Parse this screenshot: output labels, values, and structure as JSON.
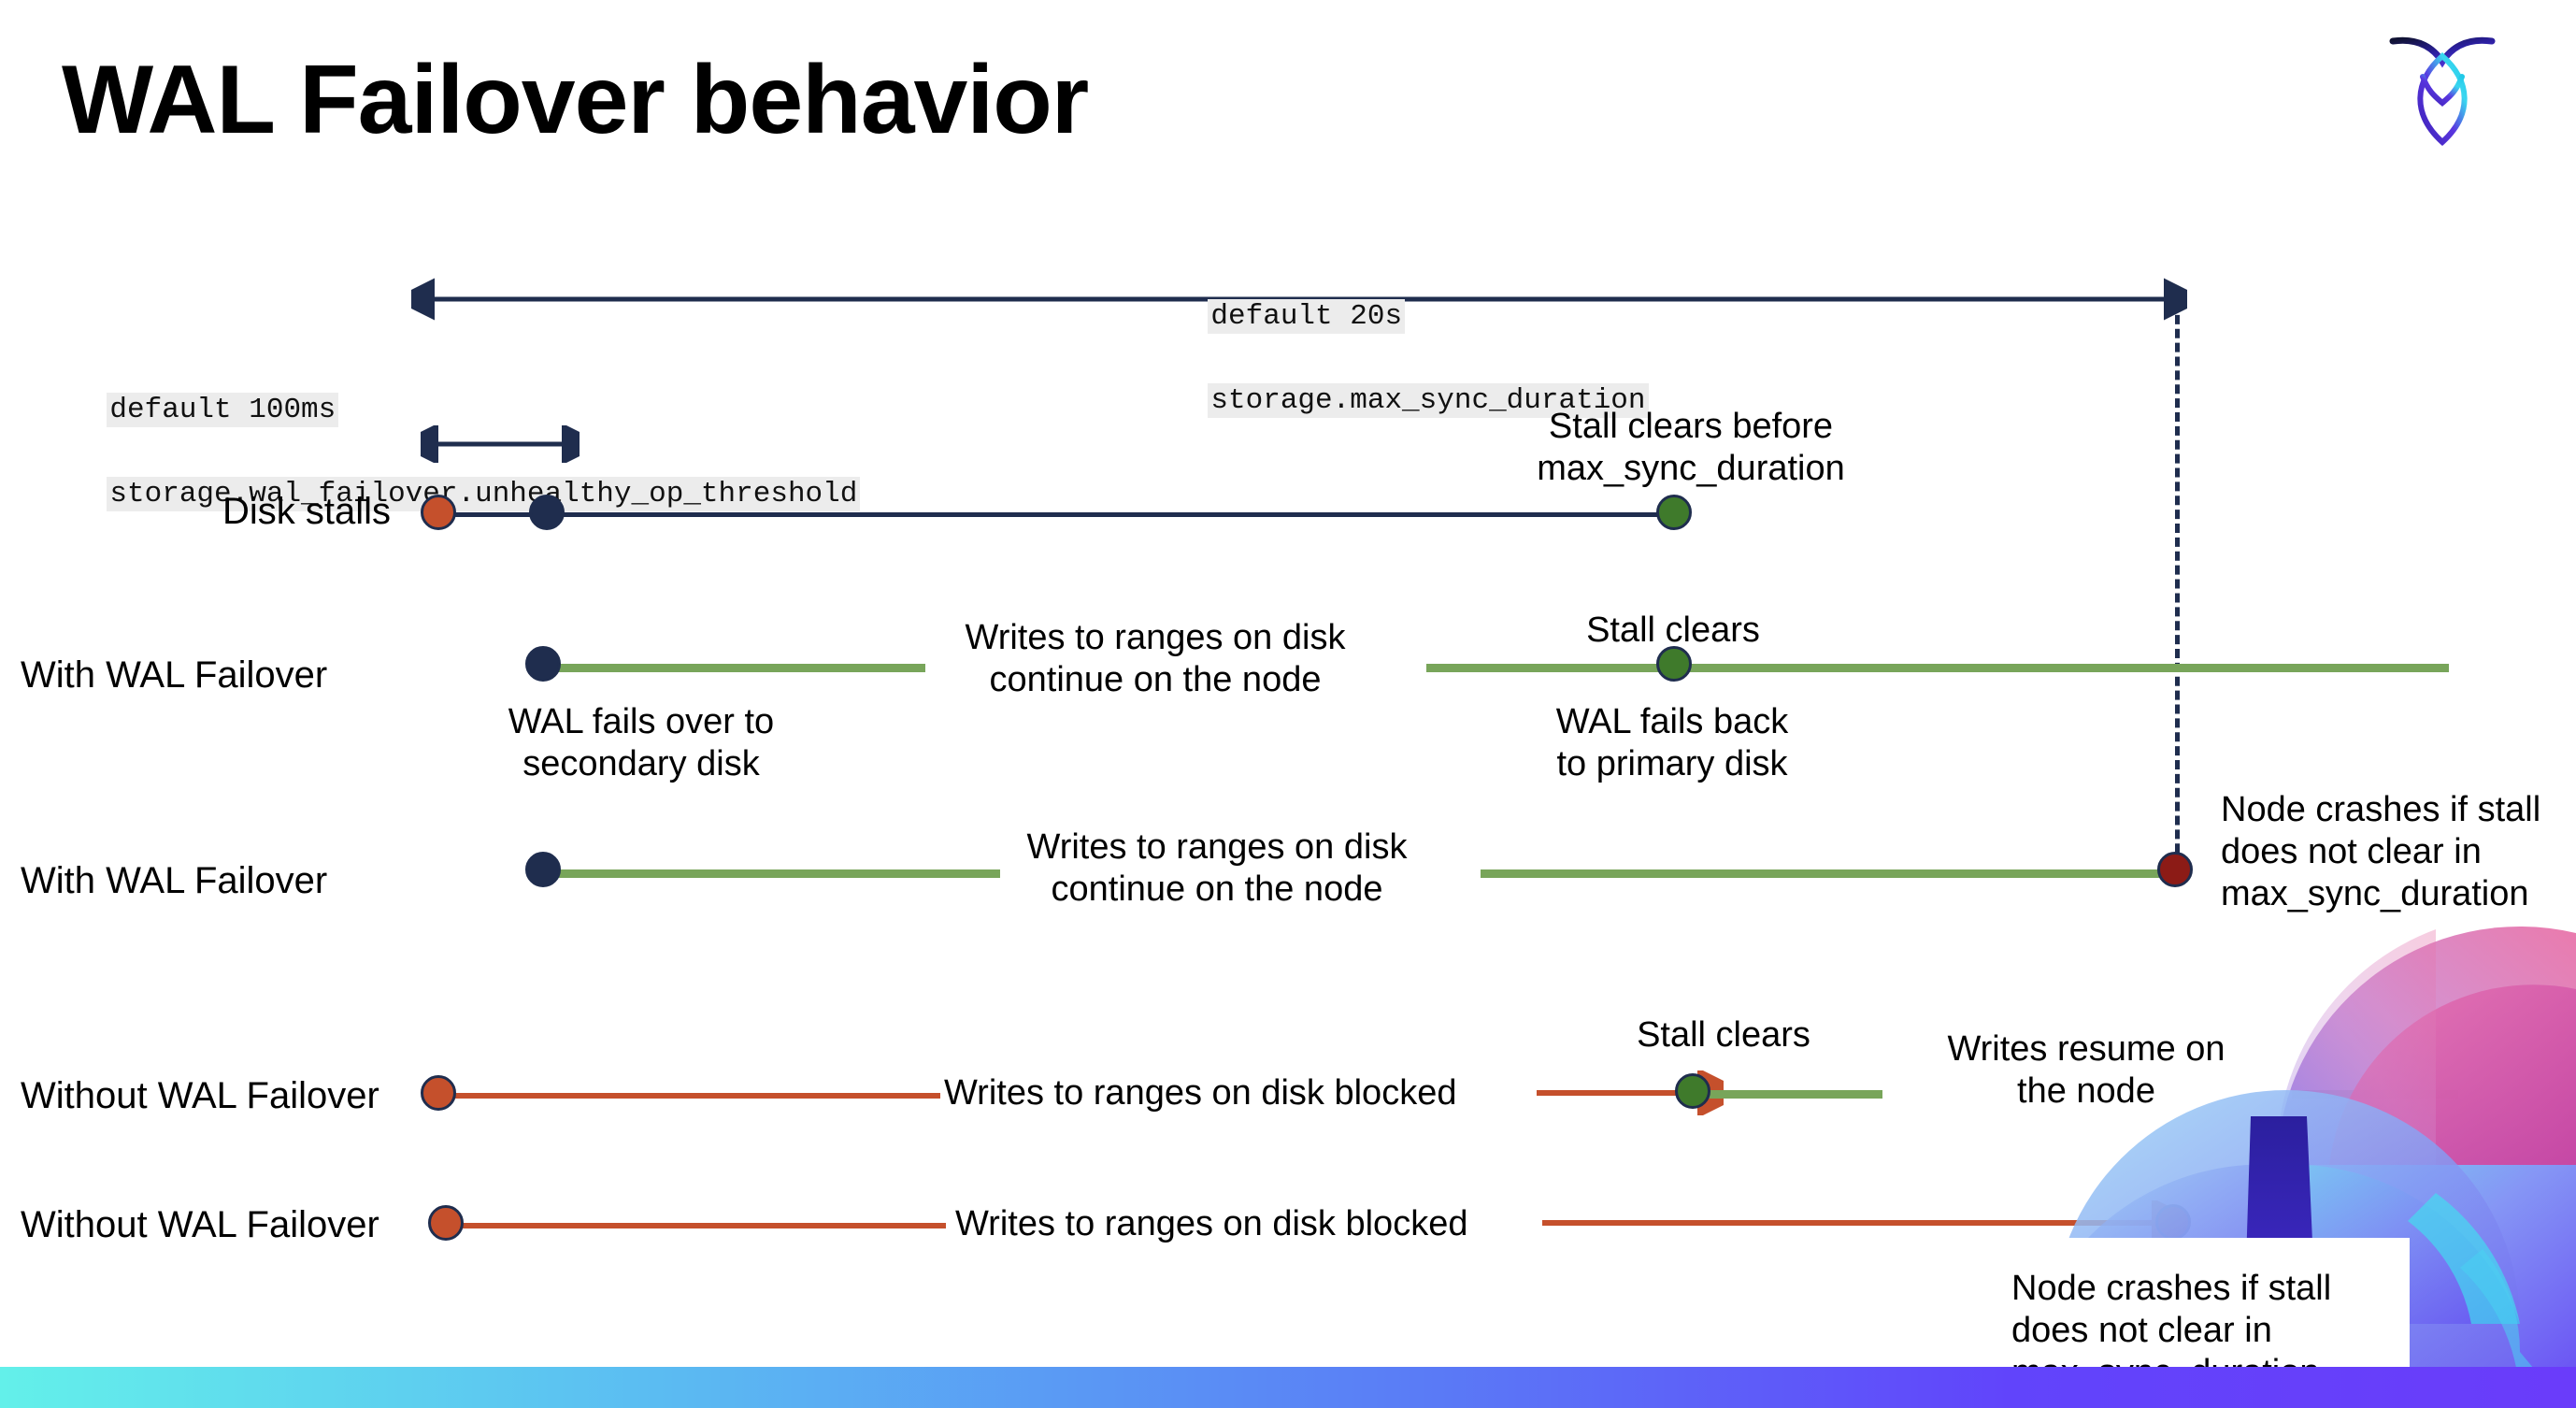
{
  "slide": {
    "title": "WAL Failover behavior",
    "brand_logo": "cockroachdb-logo"
  },
  "settings": {
    "max_sync_duration": {
      "default_line": "default 20s",
      "setting_line": "storage.max_sync_duration"
    },
    "unhealthy_op_threshold": {
      "default_line": "default 100ms",
      "setting_line": "storage.wal_failover.unhealthy_op_threshold"
    }
  },
  "colors": {
    "navy": "#1f2d4e",
    "orange": "#c5502c",
    "green_dot": "#3f7a2b",
    "green_line": "#78a55a",
    "dark_red": "#8c1b16",
    "code_bg": "#ececec"
  },
  "rows": [
    {
      "id": "disk-stalls",
      "label": "Disk stalls",
      "annotations": [
        "Stall clears before\nmax_sync_duration"
      ]
    },
    {
      "id": "with-wal-failover-1",
      "label": "With WAL Failover",
      "annotations": [
        "Writes to ranges on disk\ncontinue on the node",
        "Stall clears",
        "WAL fails over to\nsecondary disk",
        "WAL fails  back\nto primary disk"
      ]
    },
    {
      "id": "with-wal-failover-2",
      "label": "With WAL Failover",
      "annotations": [
        "Writes to ranges on disk\ncontinue on the node",
        "Node crashes if stall\ndoes not clear in\nmax_sync_duration"
      ]
    },
    {
      "id": "without-wal-failover-1",
      "label": "Without WAL Failover",
      "annotations": [
        "Writes to ranges on disk  blocked",
        "Stall clears",
        "Writes resume on\nthe node"
      ]
    },
    {
      "id": "without-wal-failover-2",
      "label": "Without WAL Failover",
      "annotations": [
        "Writes to ranges on disk  blocked",
        "Node crashes if stall\ndoes not clear in\nmax_sync_duration"
      ]
    }
  ],
  "annotations": {
    "stall_clears_before": "Stall clears before\nmax_sync_duration",
    "stall_clears": "Stall clears",
    "writes_continue": "Writes to ranges on disk\ncontinue on the node",
    "wal_fails_over": "WAL fails over to\nsecondary disk",
    "wal_fails_back": "WAL fails  back\nto primary disk",
    "node_crashes": "Node crashes if stall\ndoes not clear in\nmax_sync_duration",
    "writes_blocked": "Writes to ranges on disk  blocked",
    "writes_resume": "Writes resume on\nthe node"
  }
}
